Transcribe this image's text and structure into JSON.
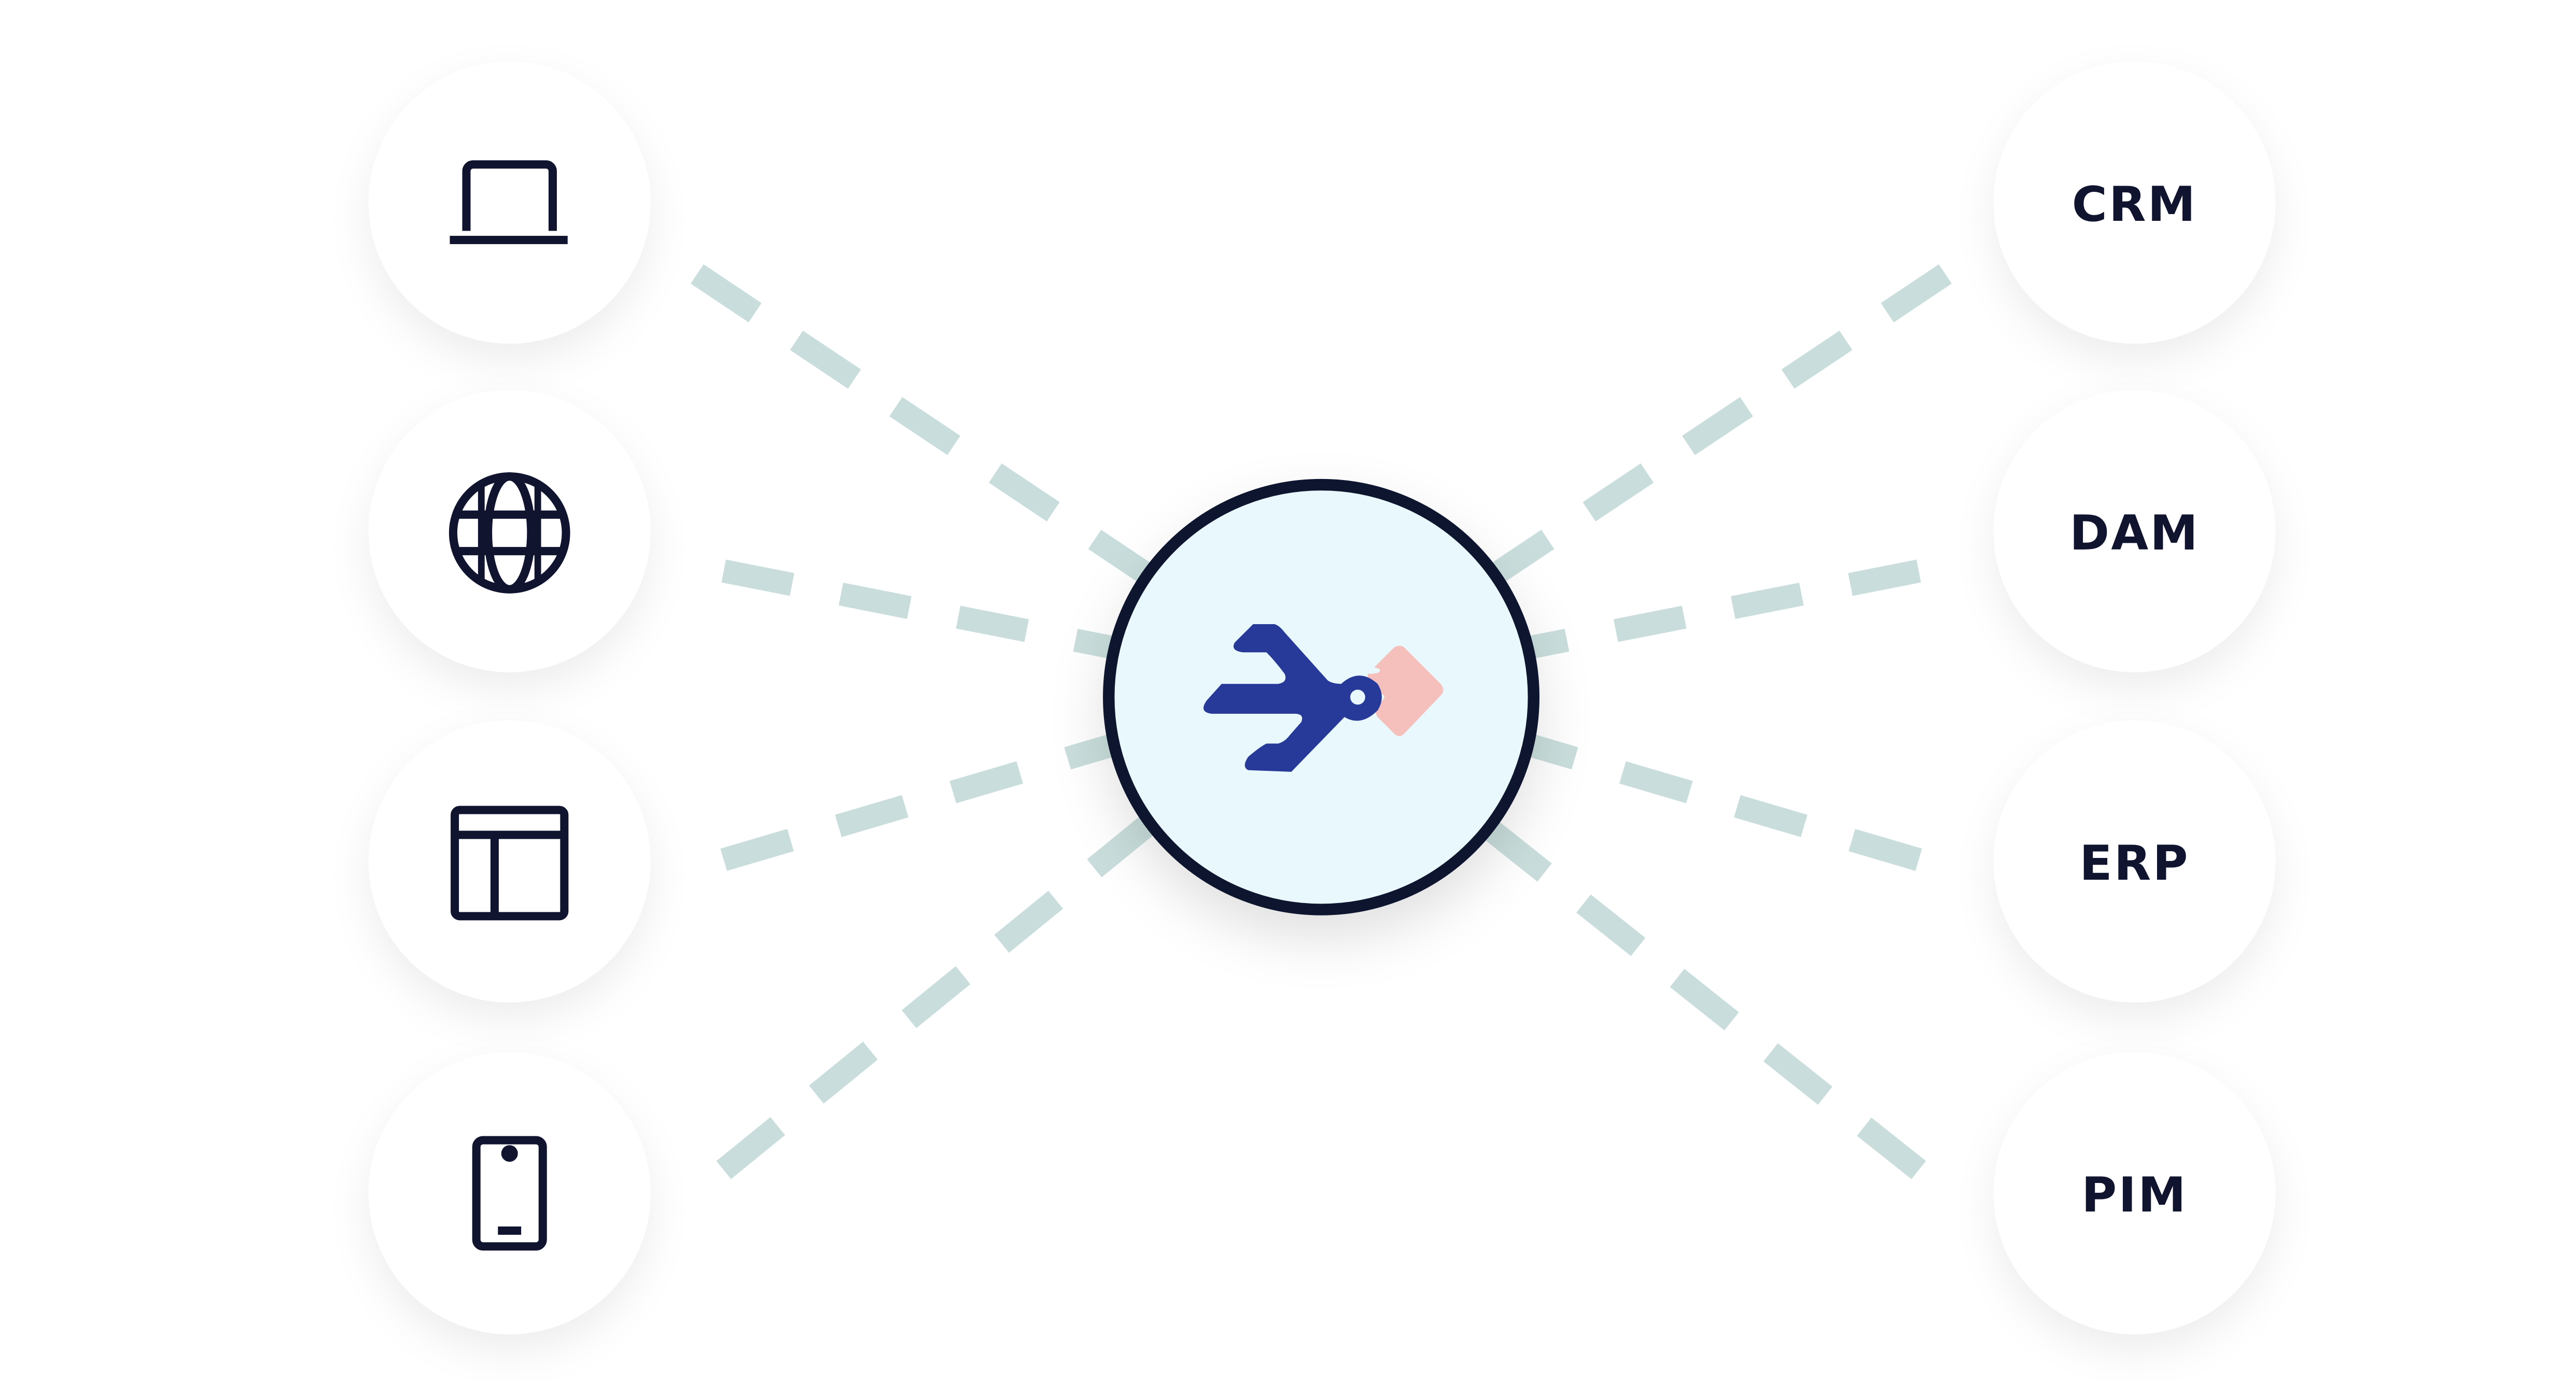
{
  "diagram": {
    "hub": {
      "icon": "scissors-hub-icon"
    },
    "left_nodes": [
      {
        "icon": "laptop-icon"
      },
      {
        "icon": "globe-icon"
      },
      {
        "icon": "browser-layout-icon"
      },
      {
        "icon": "mobile-phone-icon"
      }
    ],
    "right_nodes": [
      {
        "label": "CRM"
      },
      {
        "label": "DAM"
      },
      {
        "label": "ERP"
      },
      {
        "label": "PIM"
      }
    ]
  },
  "colors": {
    "ink": "#10142f",
    "connector": "#c9dedc",
    "hub_fill": "#e8f8fc",
    "logo_blue": "#283a99",
    "logo_pink": "#f5c0bc"
  }
}
